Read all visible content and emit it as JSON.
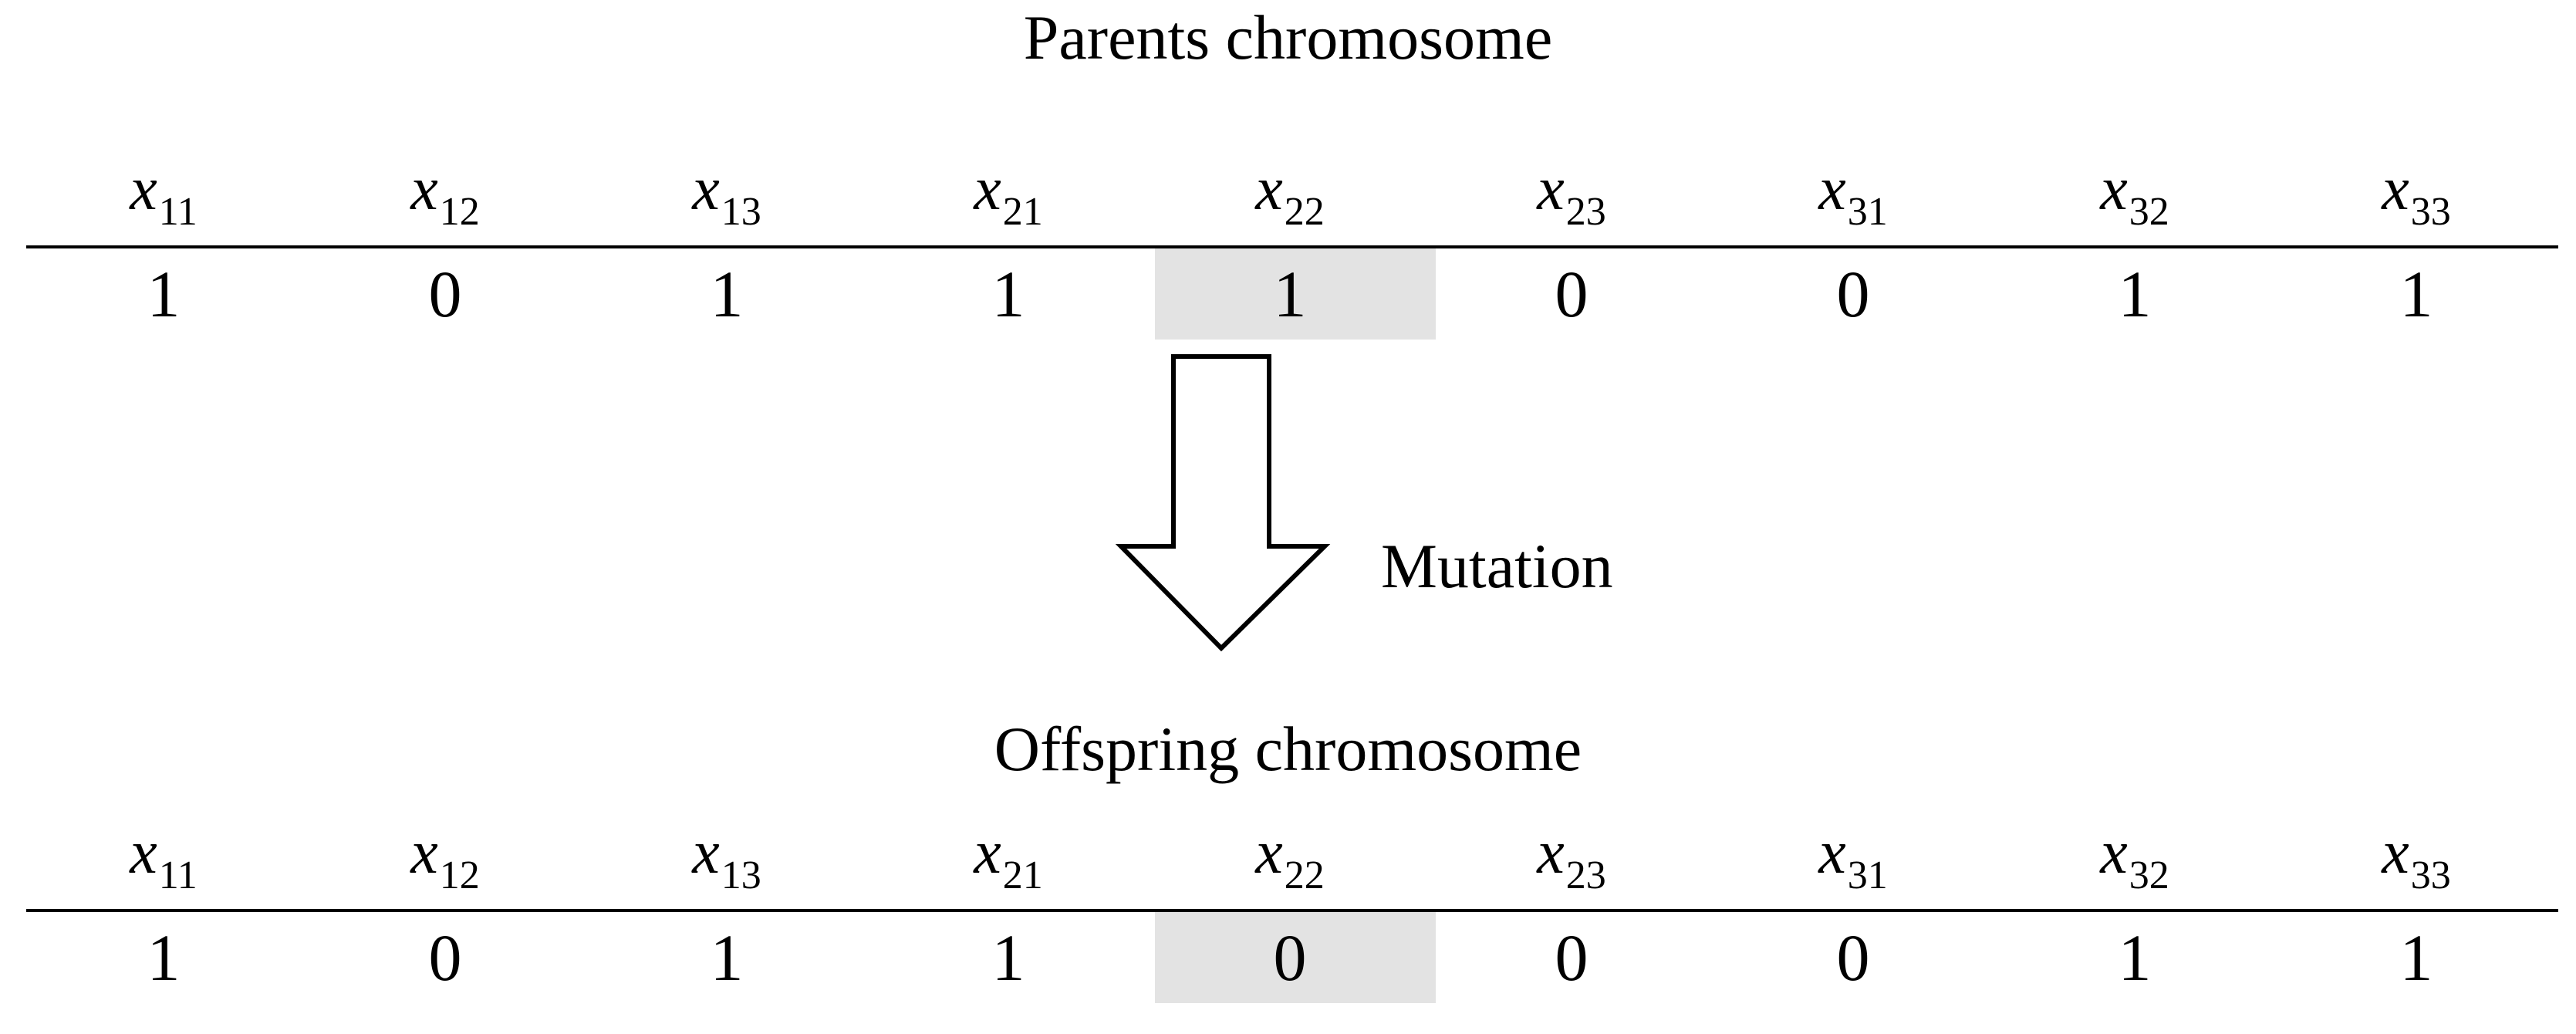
{
  "parents": {
    "title": "Parents chromosome",
    "genes": [
      {
        "var": "x",
        "sub": "11",
        "value": "1"
      },
      {
        "var": "x",
        "sub": "12",
        "value": "0"
      },
      {
        "var": "x",
        "sub": "13",
        "value": "1"
      },
      {
        "var": "x",
        "sub": "21",
        "value": "1"
      },
      {
        "var": "x",
        "sub": "22",
        "value": "1"
      },
      {
        "var": "x",
        "sub": "23",
        "value": "0"
      },
      {
        "var": "x",
        "sub": "31",
        "value": "0"
      },
      {
        "var": "x",
        "sub": "32",
        "value": "1"
      },
      {
        "var": "x",
        "sub": "33",
        "value": "1"
      }
    ]
  },
  "operation": {
    "label": "Mutation"
  },
  "offspring": {
    "title": "Offspring chromosome",
    "genes": [
      {
        "var": "x",
        "sub": "11",
        "value": "1"
      },
      {
        "var": "x",
        "sub": "12",
        "value": "0"
      },
      {
        "var": "x",
        "sub": "13",
        "value": "1"
      },
      {
        "var": "x",
        "sub": "21",
        "value": "1"
      },
      {
        "var": "x",
        "sub": "22",
        "value": "0"
      },
      {
        "var": "x",
        "sub": "23",
        "value": "0"
      },
      {
        "var": "x",
        "sub": "31",
        "value": "0"
      },
      {
        "var": "x",
        "sub": "32",
        "value": "1"
      },
      {
        "var": "x",
        "sub": "33",
        "value": "1"
      }
    ]
  },
  "mutated_gene_index": 4,
  "colors": {
    "highlight": "#e3e3e3",
    "line": "#000000",
    "text": "#000000"
  }
}
